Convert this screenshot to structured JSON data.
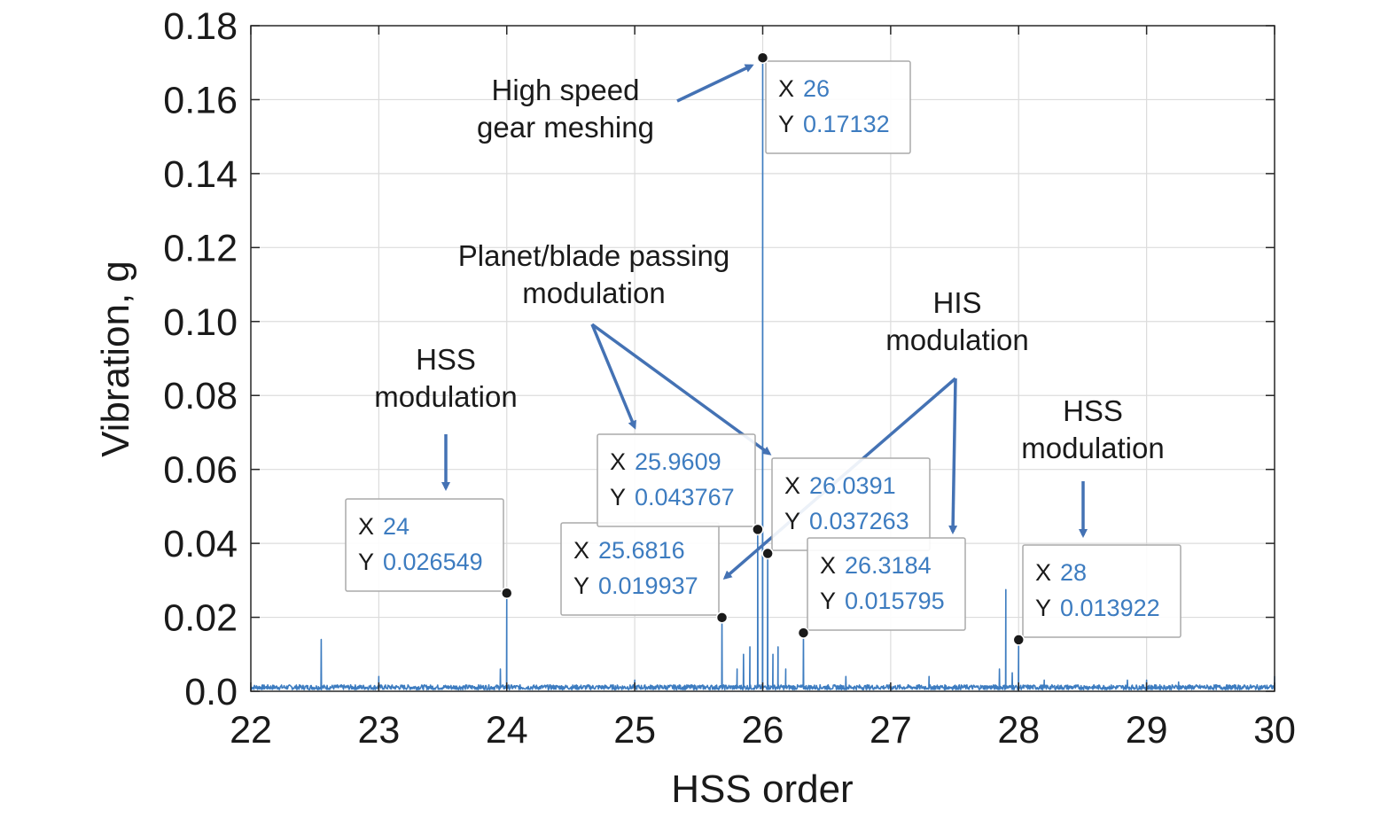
{
  "chart_data": {
    "type": "line",
    "xlabel": "HSS order",
    "ylabel": "Vibration, g",
    "xlim": [
      22,
      30
    ],
    "ylim": [
      0,
      0.18
    ],
    "grid": true,
    "x_ticks": [
      "22",
      "23",
      "24",
      "25",
      "26",
      "27",
      "28",
      "29",
      "30"
    ],
    "y_ticks": [
      "0.0",
      "0.02",
      "0.04",
      "0.06",
      "0.08",
      "0.10",
      "0.12",
      "0.14",
      "0.16",
      "0.18"
    ],
    "line_color": "#3d7cc0",
    "noise_floor": 0.0012,
    "peaks": [
      {
        "x": 22.55,
        "y": 0.014
      },
      {
        "x": 23.0,
        "y": 0.004
      },
      {
        "x": 23.95,
        "y": 0.006
      },
      {
        "x": 24.0,
        "y": 0.026549
      },
      {
        "x": 25.0,
        "y": 0.003
      },
      {
        "x": 25.6816,
        "y": 0.019937
      },
      {
        "x": 25.8,
        "y": 0.006
      },
      {
        "x": 25.85,
        "y": 0.01
      },
      {
        "x": 25.9,
        "y": 0.012
      },
      {
        "x": 25.9609,
        "y": 0.043767
      },
      {
        "x": 26.0,
        "y": 0.17132
      },
      {
        "x": 26.0391,
        "y": 0.037263
      },
      {
        "x": 26.08,
        "y": 0.01
      },
      {
        "x": 26.12,
        "y": 0.012
      },
      {
        "x": 26.18,
        "y": 0.006
      },
      {
        "x": 26.3184,
        "y": 0.015795
      },
      {
        "x": 26.65,
        "y": 0.004
      },
      {
        "x": 27.3,
        "y": 0.004
      },
      {
        "x": 27.85,
        "y": 0.006
      },
      {
        "x": 27.9,
        "y": 0.0275
      },
      {
        "x": 27.95,
        "y": 0.005
      },
      {
        "x": 28.0,
        "y": 0.013922
      },
      {
        "x": 28.2,
        "y": 0.003
      },
      {
        "x": 28.85,
        "y": 0.003
      },
      {
        "x": 29.0,
        "y": 0.003
      },
      {
        "x": 29.25,
        "y": 0.0025
      },
      {
        "x": 30.0,
        "y": 0.004
      }
    ],
    "datatips": [
      {
        "x_key": "X",
        "x": "24",
        "y_key": "Y",
        "y": "0.026549"
      },
      {
        "x_key": "X",
        "x": "25.6816",
        "y_key": "Y",
        "y": "0.019937"
      },
      {
        "x_key": "X",
        "x": "25.9609",
        "y_key": "Y",
        "y": "0.043767"
      },
      {
        "x_key": "X",
        "x": "26",
        "y_key": "Y",
        "y": "0.17132"
      },
      {
        "x_key": "X",
        "x": "26.0391",
        "y_key": "Y",
        "y": "0.037263"
      },
      {
        "x_key": "X",
        "x": "26.3184",
        "y_key": "Y",
        "y": "0.015795"
      },
      {
        "x_key": "X",
        "x": "28",
        "y_key": "Y",
        "y": "0.013922"
      }
    ],
    "annotations": [
      {
        "lines": [
          "High speed",
          "gear meshing"
        ]
      },
      {
        "lines": [
          "Planet/blade passing",
          "modulation"
        ]
      },
      {
        "lines": [
          "HIS",
          "modulation"
        ]
      },
      {
        "lines": [
          "HSS",
          "modulation"
        ]
      },
      {
        "lines": [
          "HSS",
          "modulation"
        ]
      }
    ]
  }
}
